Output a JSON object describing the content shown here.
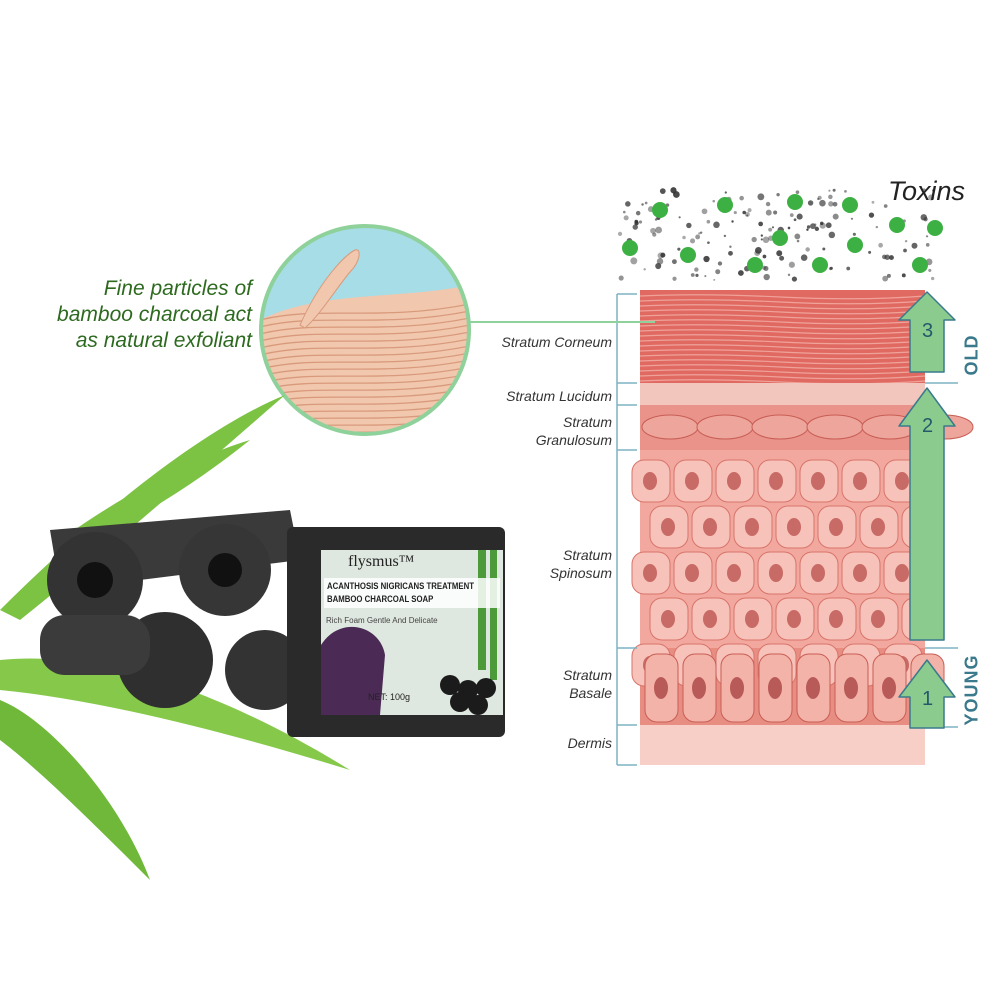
{
  "callout": {
    "line1": "Fine particles of",
    "line2": "bamboo charcoal act",
    "line3": "as natural exfoliant"
  },
  "toxins_label": "Toxins",
  "layers": [
    {
      "label": "Stratum Corneum"
    },
    {
      "label": "Stratum Lucidum"
    },
    {
      "label": "Stratum Granulosum"
    },
    {
      "label": "Stratum Spinosum"
    },
    {
      "label": "Stratum Basale"
    },
    {
      "label": "Dermis"
    }
  ],
  "arrows": [
    {
      "number": "3"
    },
    {
      "number": "2"
    },
    {
      "number": "1"
    }
  ],
  "age": {
    "old": "OLD",
    "young": "YOUNG"
  },
  "product": {
    "brand": "flysmus™",
    "title_line1": "ACANTHOSIS NIGRICANS TREATMENT",
    "title_line2": "BAMBOO CHARCOAL SOAP",
    "subtitle": "Rich Foam Gentle And Delicate",
    "net": "NET: 100g"
  },
  "colors": {
    "callout_green": "#2d6a1f",
    "arrow_green": "#8ccb8e",
    "arrow_outline": "#3a7a8c",
    "skin_red": "#e07a70",
    "bracket": "#7fb3c4"
  }
}
